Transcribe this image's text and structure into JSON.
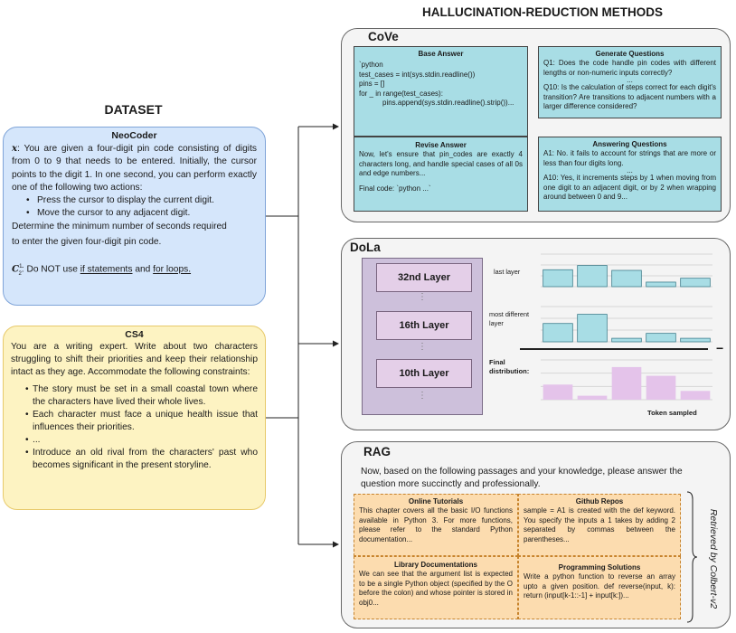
{
  "titles": {
    "dataset": "DATASET",
    "methods": "HALLUCINATION-REDUCTION METHODS"
  },
  "neocoder": {
    "title": "NeoCoder",
    "x_symbol": "x",
    "body": ": You are given a four-digit pin code consisting of digits from 0 to 9 that needs to be entered. Initially, the cursor points to the digit 1. In one second, you can perform exactly one of the following two actions:",
    "bullets": [
      "Press the cursor to display the current digit.",
      "Move the cursor to any adjacent digit."
    ],
    "tail1": "Determine the minimum number of seconds required",
    "tail2": "to enter the given four-digit pin code.",
    "constraint_symbol": "C",
    "constraint_sup": "1",
    "constraint_sub": "2",
    "constraint_text": ": Do NOT use ",
    "constraint_u1": "if statements",
    "constraint_mid": " and ",
    "constraint_u2": "for loops."
  },
  "cs4": {
    "title": "CS4",
    "body": "You are a writing expert. Write about two characters struggling to shift their priorities and keep their relationship intact as they age. Accommodate the following constraints:",
    "bullets": [
      "The story must be set in a small coastal town where the characters have lived their whole lives.",
      "Each character must face a unique health issue that influences their priorities.",
      "...",
      "Introduce an old rival from the characters' past who becomes significant in the present storyline."
    ]
  },
  "cove": {
    "title": "CoVe",
    "base_answer": {
      "title": "Base Answer",
      "lines": [
        "`python",
        "test_cases = int(sys.stdin.readline())",
        "pins = []",
        "for _ in range(test_cases):",
        "pins.append(sys.stdin.readline().strip())..."
      ]
    },
    "generate_questions": {
      "title": "Generate Questions",
      "q1": "Q1: Does the code handle pin codes with different lengths or non-numeric inputs correctly?",
      "dots": "...",
      "q10": "Q10: Is the calculation of steps correct for each digit's transition? Are transitions to adjacent numbers with a larger difference considered?"
    },
    "revise_answer": {
      "title": "Revise Answer",
      "body": "Now, let's ensure that pin_codes are exactly 4 characters long, and handle special cases of all 0s and edge numbers...",
      "final": "Final code: `python ...`"
    },
    "answering_questions": {
      "title": "Answering Questions",
      "a1": "A1: No. it fails to account for strings that are more or less than four digits long.",
      "dots": "...",
      "a10": "A10: Yes, it increments steps by 1 when moving from one digit to an adjacent digit, or by 2 when wrapping around between 0 and 9..."
    }
  },
  "dola": {
    "title": "DoLa",
    "layers": [
      "32nd Layer",
      "16th Layer",
      "10th Layer"
    ],
    "dots": "⋮",
    "label_last": "last layer",
    "label_most": "most different layer",
    "label_final": "Final distribution:",
    "token_sampled": "Token sampled",
    "minus": "−"
  },
  "chart_data": [
    {
      "type": "bar",
      "title": "",
      "values": [
        0.52,
        0.65,
        0.5,
        0.14,
        0.26
      ],
      "ylim": [
        0,
        1
      ],
      "color": "#a8dde5"
    },
    {
      "type": "bar",
      "title": "",
      "values": [
        0.52,
        0.78,
        0.1,
        0.24,
        0.1
      ],
      "ylim": [
        0,
        1
      ],
      "color": "#a8dde5"
    },
    {
      "type": "bar",
      "title": "",
      "values": [
        0.38,
        0.1,
        0.82,
        0.6,
        0.22
      ],
      "ylim": [
        0,
        1
      ],
      "color": "#e4c3ea"
    }
  ],
  "rag": {
    "title": "RAG",
    "prompt": "Now, based on the following passages and your knowledge, please answer the question more succinctly and professionally.",
    "retrieved_by": "Retrieved by Colbert-v2",
    "cells": [
      {
        "title": "Online Tutorials",
        "body": "This chapter covers all the basic I/O functions available in Python 3. For more functions, please refer to the standard Python documentation..."
      },
      {
        "title": "Github Repos",
        "body": "sample = A1 is created with the def keyword. You specify the inputs a 1 takes by adding 2 separated by commas between the parentheses..."
      },
      {
        "title": "Library Documentations",
        "body": "We can see that the argument list is expected to be a single Python object (specified by the O before the colon) and whose pointer is stored in obj0..."
      },
      {
        "title": "Programming Solutions",
        "body": "Write a python function to reverse an array upto a given position. def reverse(input, k): return (input[k-1::-1] + input[k:])..."
      }
    ]
  }
}
